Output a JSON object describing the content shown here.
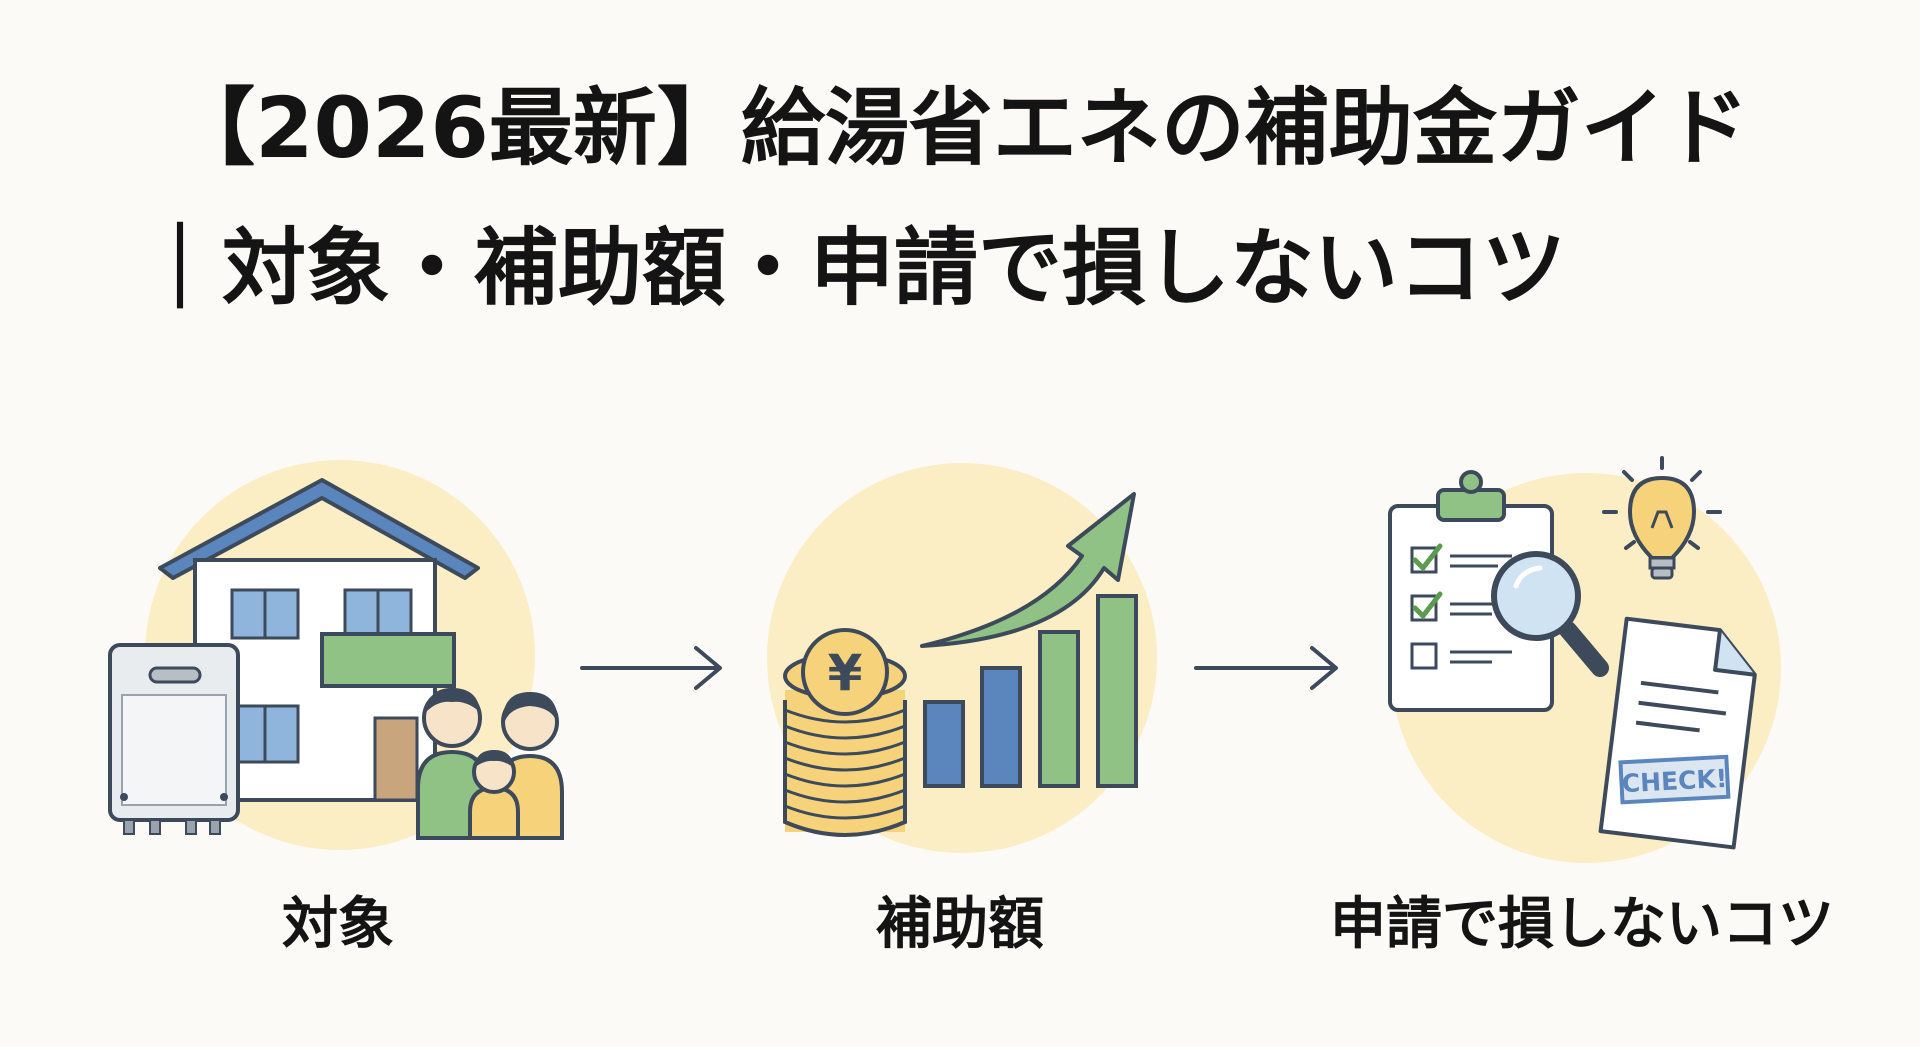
{
  "title": {
    "line1": "【2026最新】給湯省エネの補助金ガイド",
    "line2": "｜対象・補助額・申請で損しないコツ"
  },
  "steps": [
    {
      "label": "対象",
      "icon": "house-family-water-heater-icon"
    },
    {
      "label": "補助額",
      "icon": "yen-coins-growth-chart-icon"
    },
    {
      "label": "申請で損しないコツ",
      "icon": "checklist-document-lightbulb-icon"
    }
  ],
  "stamp": {
    "text": "CHECK!"
  },
  "colors": {
    "background": "#fbfaf6",
    "circle": "#fbedc4",
    "blue": "#5b86bd",
    "green": "#8fc284",
    "yellow": "#f6d27a",
    "outline": "#3d4a5c"
  }
}
